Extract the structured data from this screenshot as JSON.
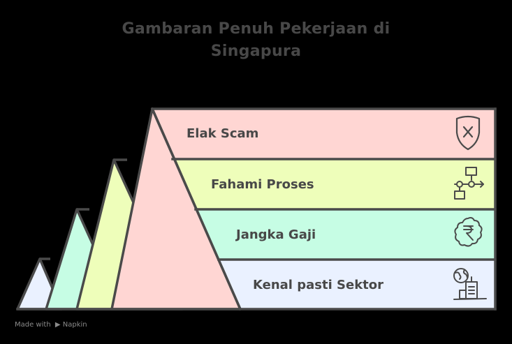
{
  "title": {
    "line1": "Gambaran Penuh Pekerjaan di",
    "line2": "Singapura"
  },
  "layers": [
    {
      "label": "Elak Scam",
      "color": "#FFD6D3",
      "icon": "shield-x-icon"
    },
    {
      "label": "Fahami Proses",
      "color": "#EEFEBA",
      "icon": "process-flow-icon"
    },
    {
      "label": "Jangka Gaji",
      "color": "#C6FDE4",
      "icon": "rupee-badge-icon"
    },
    {
      "label": "Kenal pasti Sektor",
      "color": "#EAF1FF",
      "icon": "globe-building-icon"
    }
  ],
  "colors": {
    "outline": "#4A4A4A",
    "text": "#484848",
    "background": "#000000"
  },
  "footer": {
    "made_with": "Made with",
    "brand": "Napkin"
  }
}
